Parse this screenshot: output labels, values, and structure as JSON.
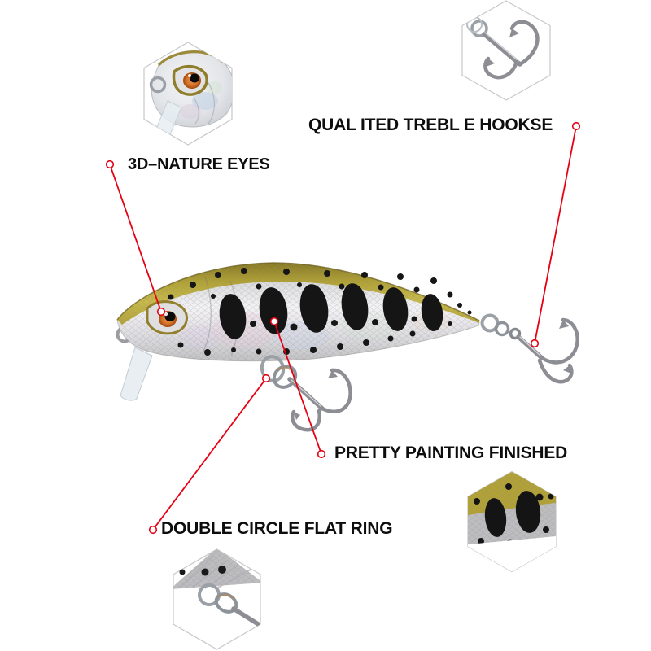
{
  "image_type": "annotated product photo",
  "product": "sinking minnow fishing lure (yellow-olive back, silver sides, black spots)",
  "labels": [
    {
      "id": "eyes",
      "text": "3D–NATURE EYES"
    },
    {
      "id": "hooks",
      "text": "QUAL ITED TREBL E HOOKSE"
    },
    {
      "id": "paint",
      "text": "PRETTY PAINTING FINISHED"
    },
    {
      "id": "ring",
      "text": "DOUBLE CIRCLE FLAT RING"
    }
  ],
  "insets": [
    {
      "id": "lure-head-closeup",
      "shows": "lure head with 3D eye, line-tie loop and diving bill"
    },
    {
      "id": "treble-hook-closeup",
      "shows": "treble hook with split ring"
    },
    {
      "id": "body-pattern-closeup",
      "shows": "painted body pattern with black ovals over mesh scales"
    },
    {
      "id": "split-ring-closeup",
      "shows": "double circle flat ring under lure belly"
    }
  ],
  "colors": {
    "accent_red": "#e60012",
    "text": "#0d0d0d",
    "hexagon_border": "#c9c9c9",
    "lure_back_olive": "#b3a23b",
    "lure_body_silver": "#e8e8ea",
    "spot_black": "#151515",
    "hardware_silver": "#9aa0a6",
    "background": "#ffffff"
  }
}
